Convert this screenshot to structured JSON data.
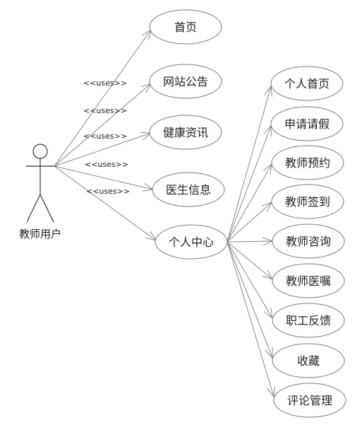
{
  "diagram": {
    "actor": {
      "label": "教师用户"
    },
    "stereotype": "<<uses>>",
    "primary_use_cases": [
      {
        "id": "home",
        "label": "首页"
      },
      {
        "id": "notice",
        "label": "网站公告"
      },
      {
        "id": "health",
        "label": "健康资讯"
      },
      {
        "id": "doctor",
        "label": "医生信息"
      },
      {
        "id": "center",
        "label": "个人中心"
      }
    ],
    "sub_use_cases": [
      {
        "id": "personal-home",
        "label": "个人首页"
      },
      {
        "id": "leave",
        "label": "申请请假"
      },
      {
        "id": "appointment",
        "label": "教师预约"
      },
      {
        "id": "signin",
        "label": "教师签到"
      },
      {
        "id": "consult",
        "label": "教师咨询"
      },
      {
        "id": "advice",
        "label": "教师医嘱"
      },
      {
        "id": "feedback",
        "label": "职工反馈"
      },
      {
        "id": "favorites",
        "label": "收藏"
      },
      {
        "id": "comments",
        "label": "评论管理"
      }
    ],
    "colors": {
      "line": "#888888",
      "ellipse_stroke": "#7a7a7a",
      "ellipse_fill": "#ffffff",
      "text": "#222222"
    }
  }
}
